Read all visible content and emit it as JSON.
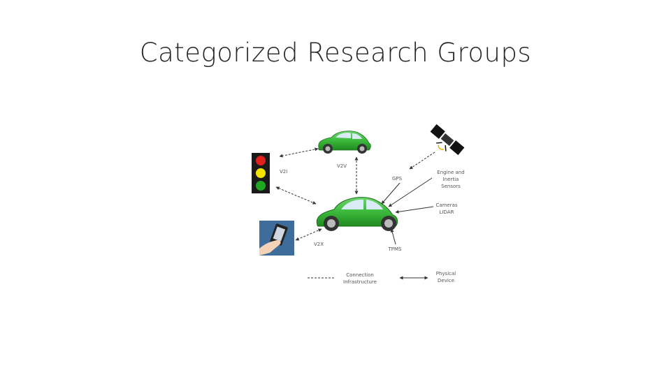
{
  "slide": {
    "title": "Categorized Research Groups"
  },
  "diagram": {
    "links": {
      "v2i": "V2I",
      "v2v": "V2V",
      "v2x": "V2X",
      "gps": "GPS"
    },
    "sensors": {
      "engine_line1": "Engine and",
      "engine_line2": "Inertia",
      "engine_line3": "Sensors",
      "cameras_line1": "Cameras",
      "cameras_line2": "LIDAR",
      "tpms": "TPMS"
    },
    "legend": {
      "dashed_line1": "Connection",
      "dashed_line2": "Infrastructure",
      "solid_line1": "Physical",
      "solid_line2": "Device"
    },
    "colors": {
      "car_body": "#3cb93c",
      "car_window": "#d9ecf5",
      "light_red": "#e0201b",
      "light_yellow": "#f5e400",
      "light_green": "#1fa81f",
      "phone_bg": "#3e6d9c"
    },
    "icons": [
      "car-icon",
      "traffic-light-icon",
      "satellite-icon",
      "phone-in-hand-icon"
    ]
  }
}
